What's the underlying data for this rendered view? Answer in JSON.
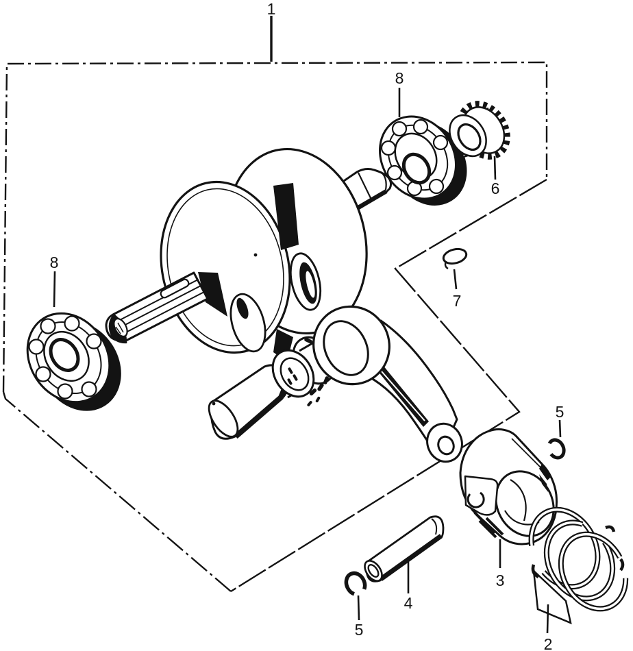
{
  "diagram": {
    "figure": "exploded-parts-diagram",
    "paper_color": "#ffffff",
    "ink_color": "#131313",
    "callouts": {
      "c1": {
        "label": "1",
        "part": "crankshaft-assembly-boundary"
      },
      "c2": {
        "label": "2",
        "part": "piston-ring-set"
      },
      "c3": {
        "label": "3",
        "part": "piston"
      },
      "c4": {
        "label": "4",
        "part": "piston-pin"
      },
      "c5a": {
        "label": "5",
        "part": "piston-pin-clip"
      },
      "c5b": {
        "label": "5",
        "part": "piston-pin-clip"
      },
      "c6": {
        "label": "6",
        "part": "timing-sprocket"
      },
      "c7": {
        "label": "7",
        "part": "woodruff-key"
      },
      "c8a": {
        "label": "8",
        "part": "ball-bearing"
      },
      "c8b": {
        "label": "8",
        "part": "ball-bearing"
      }
    }
  }
}
